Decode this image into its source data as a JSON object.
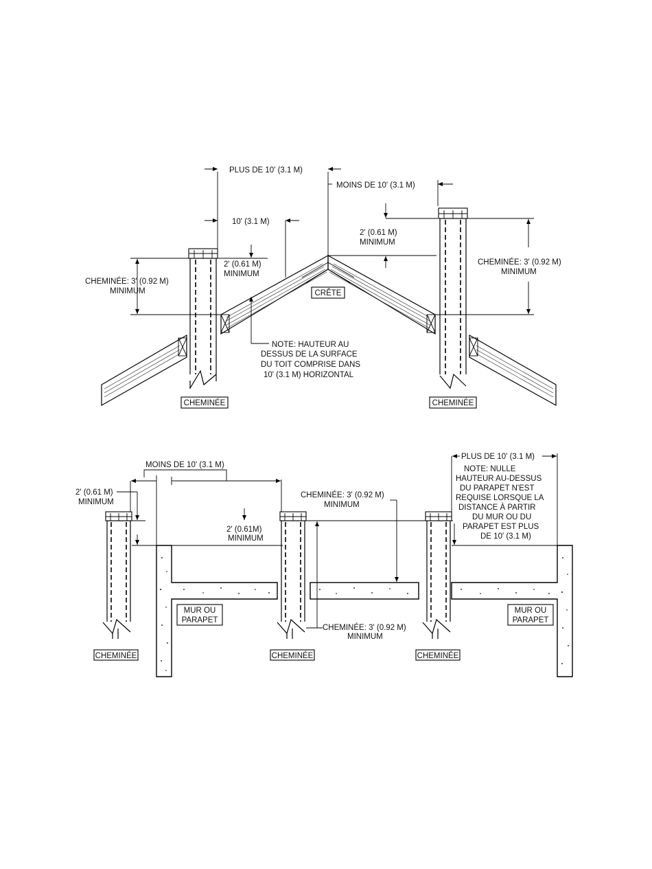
{
  "top_diagram": {
    "dim_plus_10": "PLUS DE 10' (3.1 M)",
    "dim_moins_10": "MOINS DE 10' (3.1 M)",
    "dim_10": "10' (3.1 M)",
    "left_2ft_line1": "2' (0.61 M)",
    "left_2ft_line2": "MINIMUM",
    "right_2ft_line1": "2' (0.61 M)",
    "right_2ft_line2": "MINIMUM",
    "left_3ft_line1": "CHEMINÉE: 3' (0.92 M)",
    "left_3ft_line2": "MINIMUM",
    "right_3ft_line1": "CHEMINÉE: 3' (0.92 M)",
    "right_3ft_line2": "MINIMUM",
    "ridge_label": "CRÊTE",
    "note_line1": "NOTE: HAUTEUR AU",
    "note_line2": "DESSUS DE LA SURFACE",
    "note_line3": "DU TOIT COMPRISE DANS",
    "note_line4": "10' (3.1 M) HORIZONTAL",
    "chimney_left": "CHEMINÉE",
    "chimney_right": "CHEMINÉE"
  },
  "bottom_diagram": {
    "dim_moins_10": "MOINS DE 10' (3.1 M)",
    "left_2ft_line1": "2' (0.61 M)",
    "left_2ft_line2": "MINIMUM",
    "mid_3ft_line1": "CHEMINÉE: 3' (0.92 M)",
    "mid_3ft_line2": "MINIMUM",
    "mid_2ft_line1": "2' (0.61M)",
    "mid_2ft_line2": "MINIMUM",
    "low_3ft_line1": "CHEMINÉE: 3' (0.92 M)",
    "low_3ft_line2": "MINIMUM",
    "dim_plus_10": "PLUS DE 10' (3.1 M)",
    "note_line1": "NOTE: NULLE",
    "note_line2": "HAUTEUR AU-DESSUS",
    "note_line3": "DU PARAPET N'EST",
    "note_line4": "REQUISE LORSQUE LA",
    "note_line5": "DISTANCE À PARTIR",
    "note_line6": "DU MUR OU DU",
    "note_line7": "PARAPET EST PLUS",
    "note_line8": "DE 10' (3.1 M)",
    "wall_left_line1": "MUR OU",
    "wall_left_line2": "PARAPET",
    "wall_right_line1": "MUR OU",
    "wall_right_line2": "PARAPET",
    "chimney_1": "CHEMINÉE",
    "chimney_2": "CHEMINÉE",
    "chimney_3": "CHEMINÉE"
  }
}
